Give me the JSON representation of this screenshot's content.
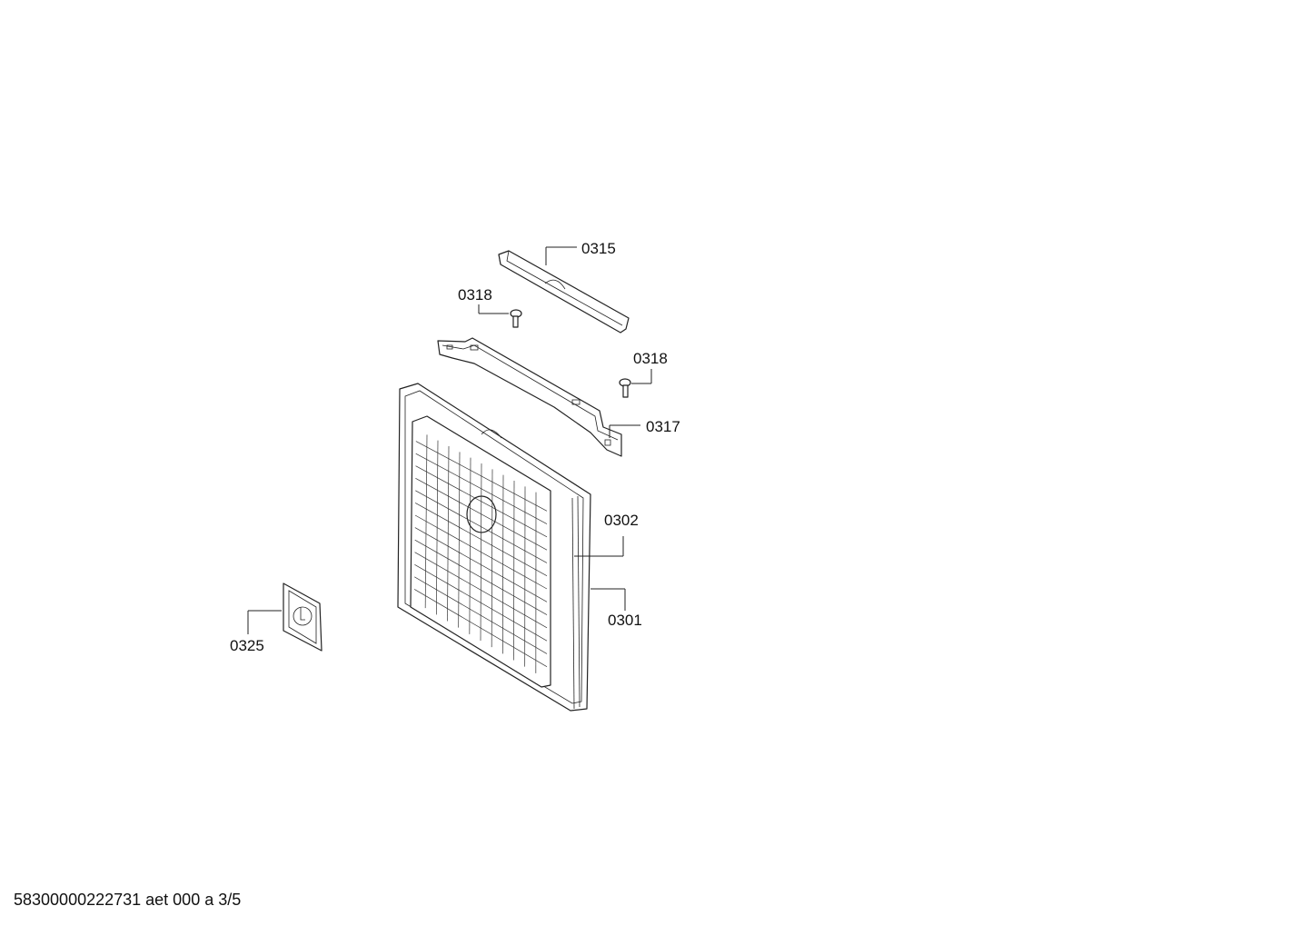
{
  "labels": {
    "p0315": "0315",
    "p0318a": "0318",
    "p0318b": "0318",
    "p0317": "0317",
    "p0302": "0302",
    "p0301": "0301",
    "p0325": "0325"
  },
  "footer": "58300000222731 aet 000 a 3/5"
}
